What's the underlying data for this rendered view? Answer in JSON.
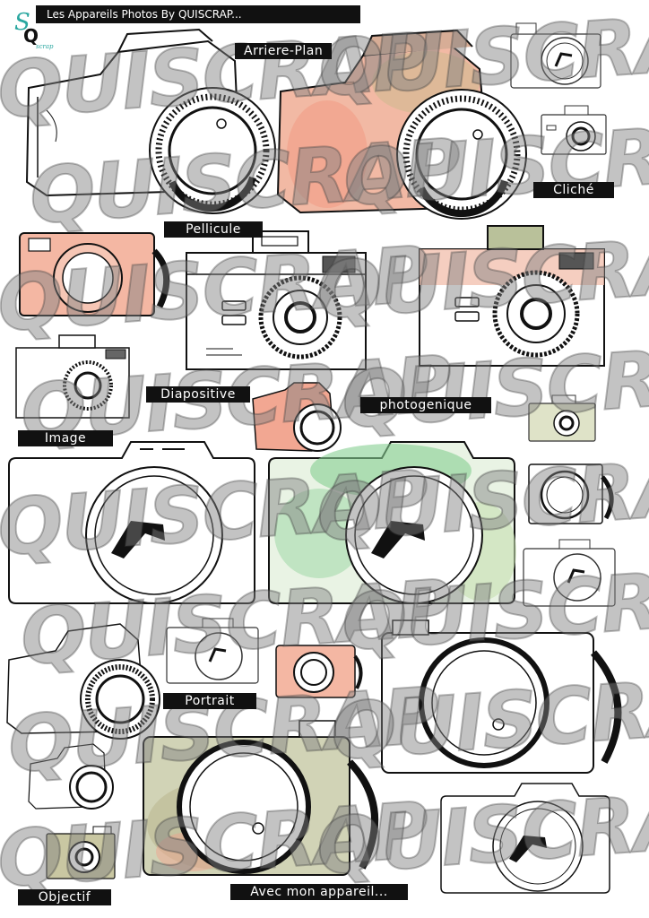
{
  "header": {
    "title": "Les Appareils Photos By QUISCRAP..."
  },
  "logo": {
    "letter_s": "S",
    "letter_q": "Q",
    "caption": "scrap"
  },
  "watermark": {
    "text": "QUISCRAP"
  },
  "labels": {
    "arriere_plan": "Arriere-Plan",
    "cliche": "Cliché",
    "pellicule": "Pellicule",
    "diapositive": "Diapositive",
    "photogenique": "photogenique",
    "image": "Image",
    "portrait": "Portrait",
    "objectif": "Objectif",
    "avec_mon_appareil": "Avec mon appareil..."
  },
  "colors": {
    "ink": "#111111",
    "salmon_wash": "#f2a08c",
    "sage_wash": "#a9b48f",
    "mint_wash": "#8fd09a",
    "olive_wash": "#b7b48a",
    "teal_accent": "#2aa7a0"
  }
}
